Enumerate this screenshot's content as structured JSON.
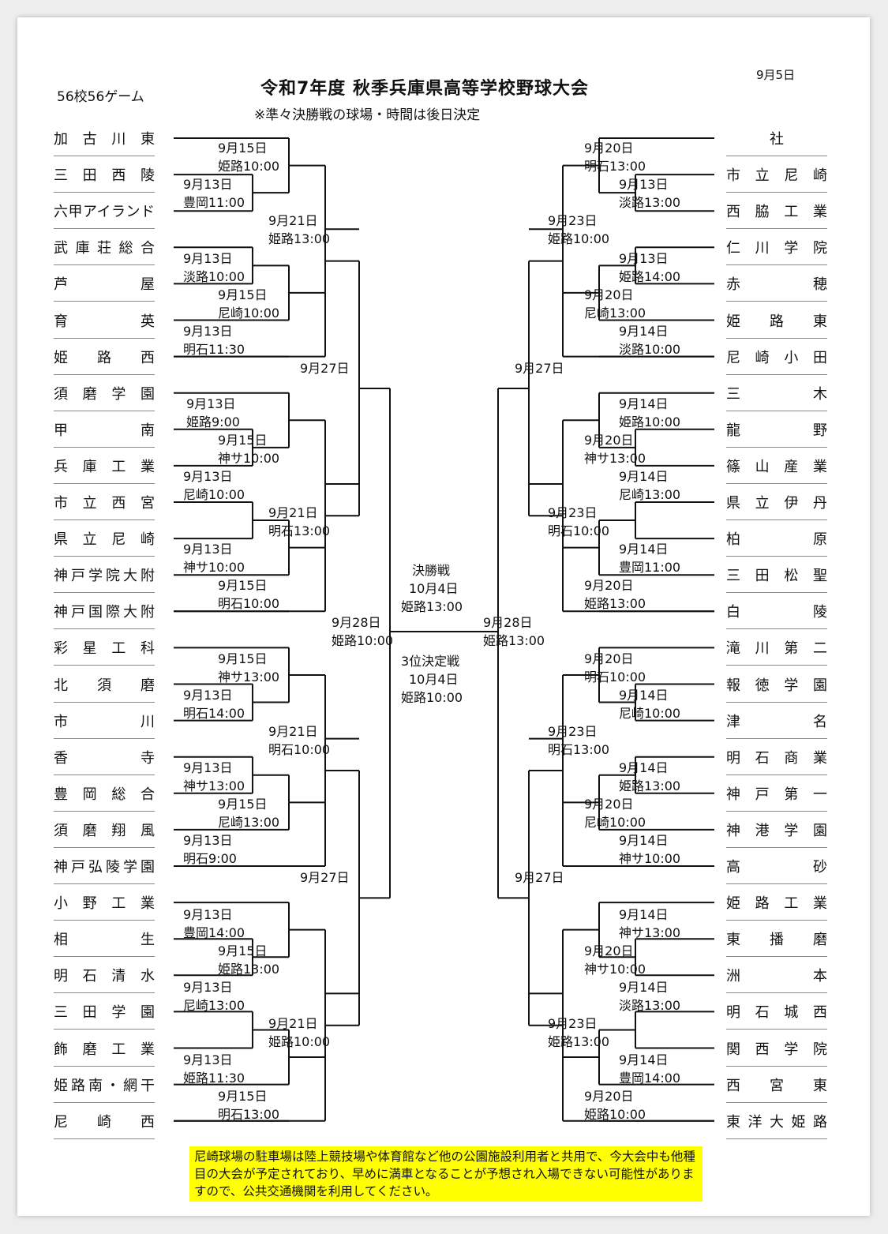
{
  "header": {
    "title": "令和7年度 秋季兵庫県高等学校野球大会",
    "subtitle": "※準々決勝戦の球場・時間は後日決定",
    "game_count": "56校56ゲーム",
    "issue_date": "9月5日"
  },
  "left_teams": [
    "加古川東",
    "三田西陵",
    "六甲アイランド",
    "武庫荘総合",
    "芦屋",
    "育英",
    "姫路西",
    "須磨学園",
    "甲南",
    "兵庫工業",
    "市立西宮",
    "県立尼崎",
    "神戸学院大附",
    "神戸国際大附",
    "彩星工科",
    "北須磨",
    "市川",
    "香寺",
    "豊岡総合",
    "須磨翔風",
    "神戸弘陵学園",
    "小野工業",
    "相生",
    "明石清水",
    "三田学園",
    "飾磨工業",
    "姫路南・網干",
    "尼崎西"
  ],
  "right_teams": [
    "社",
    "市立尼崎",
    "西脇工業",
    "仁川学院",
    "赤穂",
    "姫路東",
    "尼崎小田",
    "三木",
    "龍野",
    "篠山産業",
    "県立伊丹",
    "柏原",
    "三田松聖",
    "白陵",
    "滝川第二",
    "報徳学園",
    "津名",
    "明石商業",
    "神戸第一",
    "神港学園",
    "高砂",
    "姫路工業",
    "東播磨",
    "洲本",
    "明石城西",
    "関西学院",
    "西宮東",
    "東洋大姫路"
  ],
  "final": {
    "label": "決勝戦",
    "date": "10月4日",
    "venue": "姫路13:00"
  },
  "third_place": {
    "label": "3位決定戦",
    "date": "10月4日",
    "venue": "姫路10:00"
  },
  "left_labels": [
    {
      "date": "9月15日",
      "venue": "姫路10:00"
    },
    {
      "date": "9月13日",
      "venue": "豊岡11:00"
    },
    {
      "date": "9月21日",
      "venue": "姫路13:00"
    },
    {
      "date": "9月13日",
      "venue": "淡路10:00"
    },
    {
      "date": "9月15日",
      "venue": "尼崎10:00"
    },
    {
      "date": "9月13日",
      "venue": "明石11:30"
    },
    {
      "date": "9月27日",
      "venue": ""
    },
    {
      "date": "9月13日",
      "venue": "姫路9:00"
    },
    {
      "date": "9月15日",
      "venue": "神サ10:00"
    },
    {
      "date": "9月13日",
      "venue": "尼崎10:00"
    },
    {
      "date": "9月21日",
      "venue": "明石13:00"
    },
    {
      "date": "9月13日",
      "venue": "神サ10:00"
    },
    {
      "date": "9月15日",
      "venue": "明石10:00"
    },
    {
      "date": "9月28日",
      "venue": "姫路10:00"
    },
    {
      "date": "9月15日",
      "venue": "神サ13:00"
    },
    {
      "date": "9月13日",
      "venue": "明石14:00"
    },
    {
      "date": "9月21日",
      "venue": "明石10:00"
    },
    {
      "date": "9月13日",
      "venue": "神サ13:00"
    },
    {
      "date": "9月15日",
      "venue": "尼崎13:00"
    },
    {
      "date": "9月13日",
      "venue": "明石9:00"
    },
    {
      "date": "9月27日",
      "venue": ""
    },
    {
      "date": "9月13日",
      "venue": "豊岡14:00"
    },
    {
      "date": "9月15日",
      "venue": "姫路13:00"
    },
    {
      "date": "9月13日",
      "venue": "尼崎13:00"
    },
    {
      "date": "9月21日",
      "venue": "姫路10:00"
    },
    {
      "date": "9月13日",
      "venue": "姫路11:30"
    },
    {
      "date": "9月15日",
      "venue": "明石13:00"
    }
  ],
  "right_labels": [
    {
      "date": "9月20日",
      "venue": "明石13:00"
    },
    {
      "date": "9月13日",
      "venue": "淡路13:00"
    },
    {
      "date": "9月23日",
      "venue": "姫路10:00"
    },
    {
      "date": "9月13日",
      "venue": "姫路14:00"
    },
    {
      "date": "9月20日",
      "venue": "尼崎13:00"
    },
    {
      "date": "9月14日",
      "venue": "淡路10:00"
    },
    {
      "date": "9月27日",
      "venue": ""
    },
    {
      "date": "9月14日",
      "venue": "姫路10:00"
    },
    {
      "date": "9月20日",
      "venue": "神サ13:00"
    },
    {
      "date": "9月14日",
      "venue": "尼崎13:00"
    },
    {
      "date": "9月23日",
      "venue": "明石10:00"
    },
    {
      "date": "9月14日",
      "venue": "豊岡11:00"
    },
    {
      "date": "9月20日",
      "venue": "姫路13:00"
    },
    {
      "date": "9月28日",
      "venue": "姫路13:00"
    },
    {
      "date": "9月20日",
      "venue": "明石10:00"
    },
    {
      "date": "9月14日",
      "venue": "尼崎10:00"
    },
    {
      "date": "9月23日",
      "venue": "明石13:00"
    },
    {
      "date": "9月14日",
      "venue": "姫路13:00"
    },
    {
      "date": "9月20日",
      "venue": "尼崎10:00"
    },
    {
      "date": "9月14日",
      "venue": "神サ10:00"
    },
    {
      "date": "9月27日",
      "venue": ""
    },
    {
      "date": "9月14日",
      "venue": "神サ13:00"
    },
    {
      "date": "9月20日",
      "venue": "神サ10:00"
    },
    {
      "date": "9月14日",
      "venue": "淡路13:00"
    },
    {
      "date": "9月23日",
      "venue": "姫路13:00"
    },
    {
      "date": "9月14日",
      "venue": "豊岡14:00"
    },
    {
      "date": "9月20日",
      "venue": "姫路10:00"
    }
  ],
  "notice": "尼崎球場の駐車場は陸上競技場や体育館など他の公園施設利用者と共用で、今大会中も他種目の大会が予定されており、早めに満車となることが予想され入場できない可能性がありますので、公共交通機関を利用してください。"
}
